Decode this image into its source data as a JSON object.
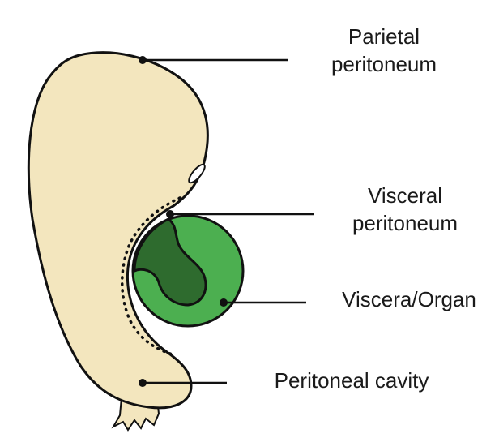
{
  "labels": {
    "parietal_peritoneum": [
      "Parietal",
      "peritoneum"
    ],
    "visceral_peritoneum": [
      "Visceral",
      "peritoneum"
    ],
    "viscera_organ": "Viscera/Organ",
    "peritoneal_cavity": "Peritoneal cavity"
  },
  "colors": {
    "body_fill": "#F3E6BE",
    "organ_light": "#4CAF50",
    "organ_dark": "#2E6B2E",
    "outline": "#111111",
    "leader_line": "#111111"
  }
}
